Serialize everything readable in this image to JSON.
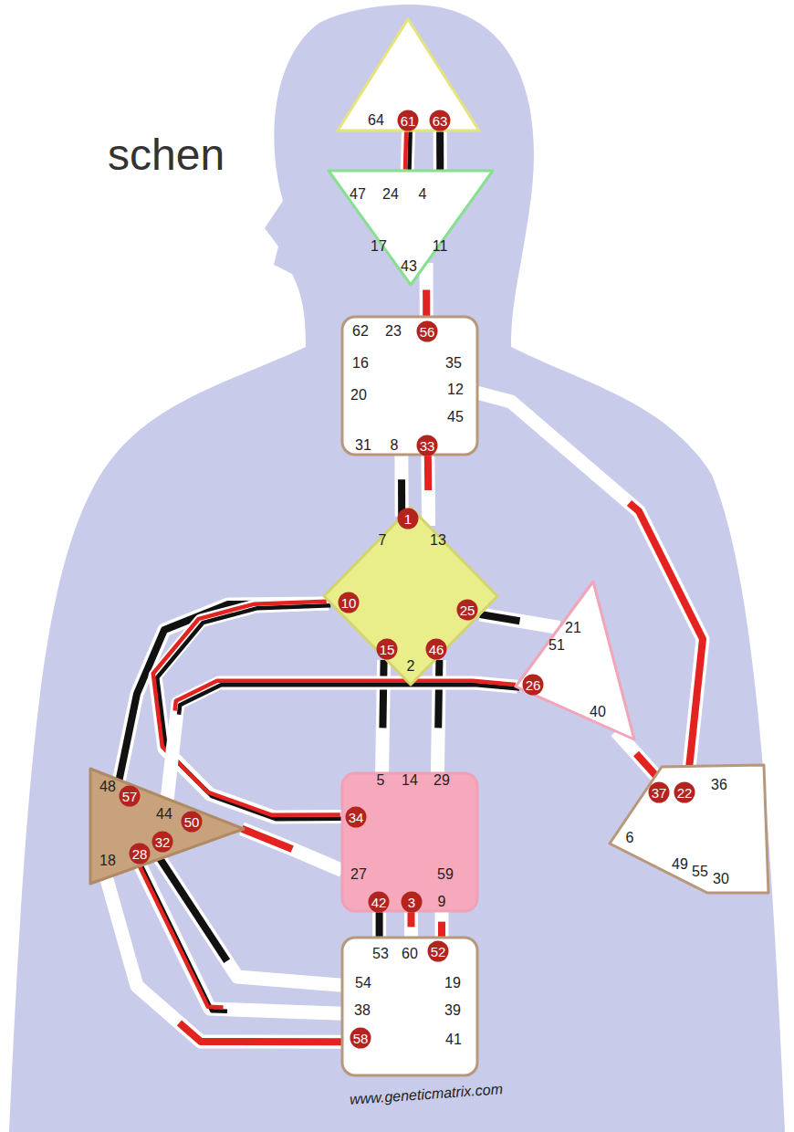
{
  "diagram": {
    "nodes": [
      {
        "text": [
          "64",
          "61",
          "63"
        ]
      },
      {
        "text": [
          "47",
          "24",
          "4",
          "17",
          "11",
          "43"
        ]
      },
      {
        "text": [
          "62",
          "23",
          "56",
          "16",
          "35",
          "20",
          "12",
          "45",
          "31",
          "8",
          "33"
        ]
      },
      {
        "text": [
          "1",
          "7",
          "13",
          "10",
          "25",
          "15",
          "46",
          "2"
        ]
      },
      {
        "text": [
          "21",
          "51",
          "26",
          "40"
        ]
      },
      {
        "text": [
          "48",
          "57",
          "44",
          "50",
          "32",
          "28",
          "18"
        ]
      },
      {
        "text": [
          "5",
          "14",
          "29",
          "34",
          "27",
          "59",
          "42",
          "3",
          "9"
        ]
      },
      {
        "text": [
          "37",
          "22",
          "36",
          "6",
          "49",
          "55",
          "30"
        ]
      },
      {
        "text": [
          "53",
          "60",
          "52",
          "54",
          "19",
          "38",
          "39",
          "58",
          "41"
        ]
      }
    ],
    "edges": [
      {
        "from": 0,
        "to": 1,
        "arrow": "none"
      },
      {
        "from": 0,
        "to": 1,
        "arrow": "none"
      },
      {
        "from": 2,
        "to": 1,
        "arrow": "none"
      },
      {
        "from": 2,
        "to": 3,
        "arrow": "none"
      },
      {
        "from": 3,
        "to": 2,
        "arrow": "none"
      },
      {
        "from": 3,
        "to": 6,
        "arrow": "none"
      },
      {
        "from": 3,
        "to": 6,
        "arrow": "none"
      },
      {
        "from": 3,
        "to": 5,
        "arrow": "none"
      },
      {
        "from": 6,
        "to": 3,
        "arrow": "none"
      },
      {
        "from": 3,
        "to": 4,
        "arrow": "none"
      },
      {
        "from": 4,
        "to": 5,
        "arrow": "none"
      },
      {
        "from": 7,
        "to": 4,
        "arrow": "none"
      },
      {
        "from": 7,
        "to": 2,
        "arrow": "none"
      },
      {
        "from": 5,
        "to": 6,
        "arrow": "none"
      },
      {
        "from": 6,
        "to": 8,
        "arrow": "none"
      },
      {
        "from": 6,
        "to": 8,
        "arrow": "none"
      },
      {
        "from": 8,
        "to": 6,
        "arrow": "none"
      },
      {
        "from": 5,
        "to": 8,
        "arrow": "none"
      },
      {
        "from": 5,
        "to": 8,
        "arrow": "none"
      },
      {
        "from": 8,
        "to": 5,
        "arrow": "none"
      }
    ],
    "labels": [
      "schen",
      "www.geneticmatrix.com"
    ]
  }
}
